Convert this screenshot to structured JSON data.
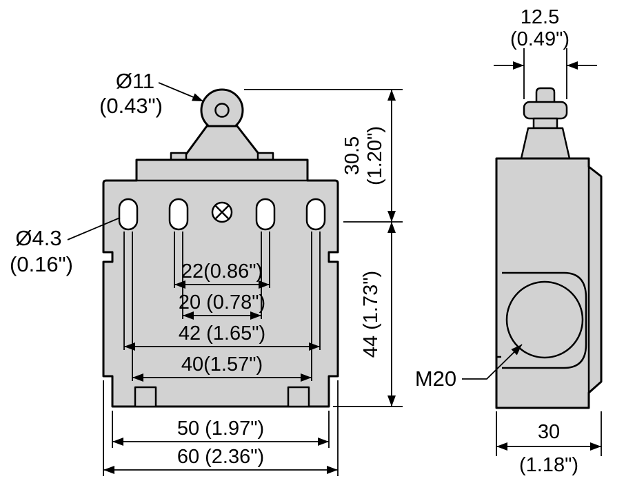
{
  "title": "Limit switch roller plunger dimensional drawing",
  "colors": {
    "part_fill": "#d2d2d2",
    "line": "#000000",
    "background": "#ffffff"
  },
  "front_view": {
    "roller_diameter_label": "Ø11",
    "roller_diameter_inches": "(0.43\")",
    "mounting_hole_diameter_label": "Ø4.3",
    "mounting_hole_diameter_inches": "(0.16\")",
    "head_height": "30.5",
    "head_height_inches": "(1.20\")",
    "body_height": "44 (1.73\")",
    "slot_spacing_inner_wide": "22(0.86\")",
    "slot_spacing_inner_narrow": "20 (0.78\")",
    "slot_spacing_outer_wide": "42 (1.65\")",
    "slot_spacing_outer_narrow": "40(1.57\")",
    "body_width": "50 (1.97\")",
    "overall_width": "60 (2.36\")"
  },
  "side_view": {
    "plunger_width": "12.5",
    "plunger_width_inches": "(0.49\")",
    "conduit_thread": "M20",
    "body_depth": "30",
    "body_depth_inches": "(1.18\")"
  }
}
